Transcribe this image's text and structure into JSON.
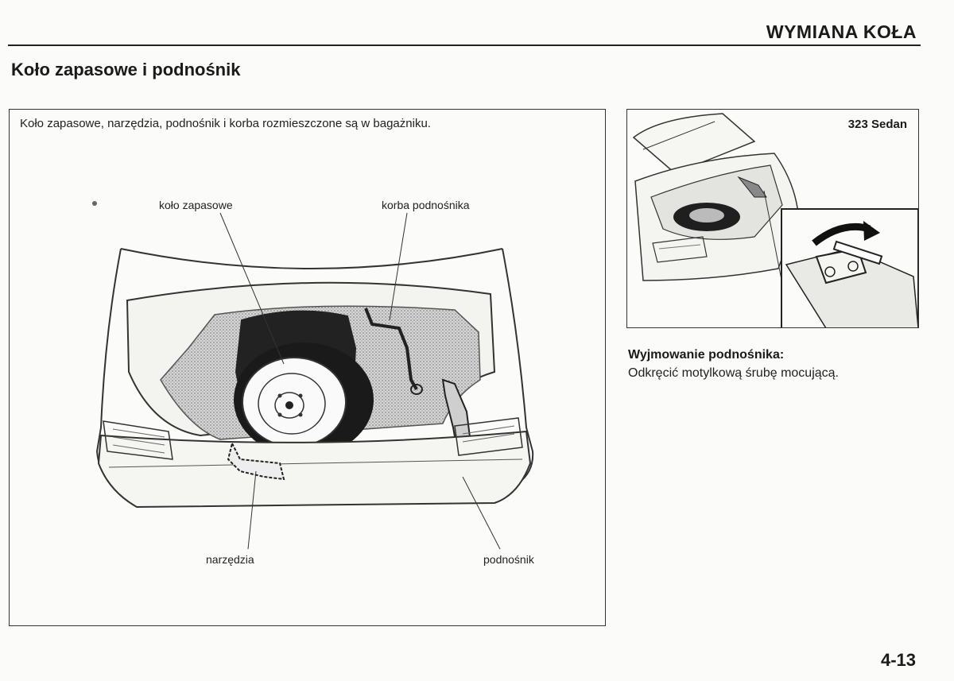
{
  "header": {
    "section_title": "WYMIANA KOŁA"
  },
  "page_heading": "Koło zapasowe i podnośnik",
  "main_figure": {
    "caption": "Koło zapasowe, narzędzia, podnośnik i korba rozmieszczone są w bagażniku.",
    "labels": {
      "spare_wheel": "koło zapasowe",
      "jack_handle": "korba podnośnika",
      "tools": "narzędzia",
      "jack": "podnośnik"
    }
  },
  "inset_figure": {
    "model": "323 Sedan"
  },
  "jack_removal": {
    "heading": "Wyjmowanie podnośnika:",
    "text": "Odkręcić motylkową śrubę mocującą."
  },
  "footer": {
    "page_number": "4-13"
  }
}
